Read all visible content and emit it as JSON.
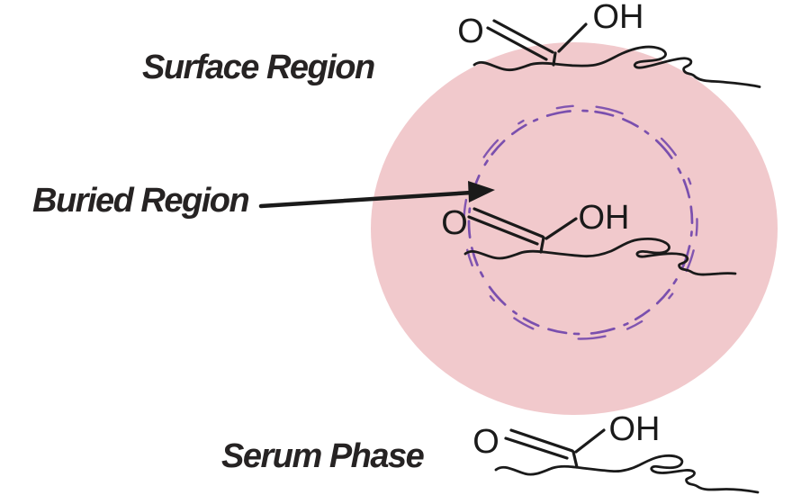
{
  "figure": {
    "labels": {
      "surface": "Surface Region",
      "buried": "Buried Region",
      "serum": "Serum Phase"
    },
    "molecules": {
      "surface": {
        "o": "O",
        "oh": "OH"
      },
      "buried": {
        "o": "O",
        "oh": "OH"
      },
      "serum": {
        "o": "O",
        "oh": "OH"
      }
    },
    "colors": {
      "droplet_fill": "#f1c9cc",
      "buried_ring": "#7a4fae",
      "line": "#1a1a1a",
      "text": "#262323",
      "background": "#ffffff"
    }
  }
}
